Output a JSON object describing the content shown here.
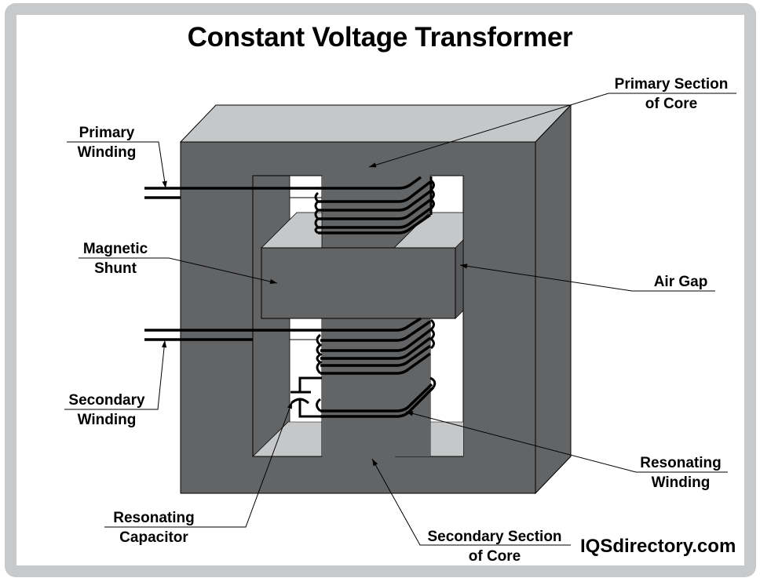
{
  "title": "Constant Voltage Transformer",
  "labels": {
    "primary_section": [
      "Primary Section",
      "of Core"
    ],
    "primary_winding": [
      "Primary",
      "Winding"
    ],
    "magnetic_shunt": [
      "Magnetic",
      "Shunt"
    ],
    "air_gap": [
      "Air Gap"
    ],
    "secondary_winding": [
      "Secondary",
      "Winding"
    ],
    "resonating_winding": [
      "Resonating",
      "Winding"
    ],
    "resonating_capacitor": [
      "Resonating",
      "Capacitor"
    ],
    "secondary_section": [
      "Secondary Section",
      "of Core"
    ]
  },
  "brand": "IQSdirectory.com",
  "colors": {
    "frame": "#c8c9cb",
    "core_front": "#636466",
    "core_top": "#c6c7c9",
    "core_side": "#636466",
    "window": "#ffffff",
    "wire": "#000000"
  }
}
